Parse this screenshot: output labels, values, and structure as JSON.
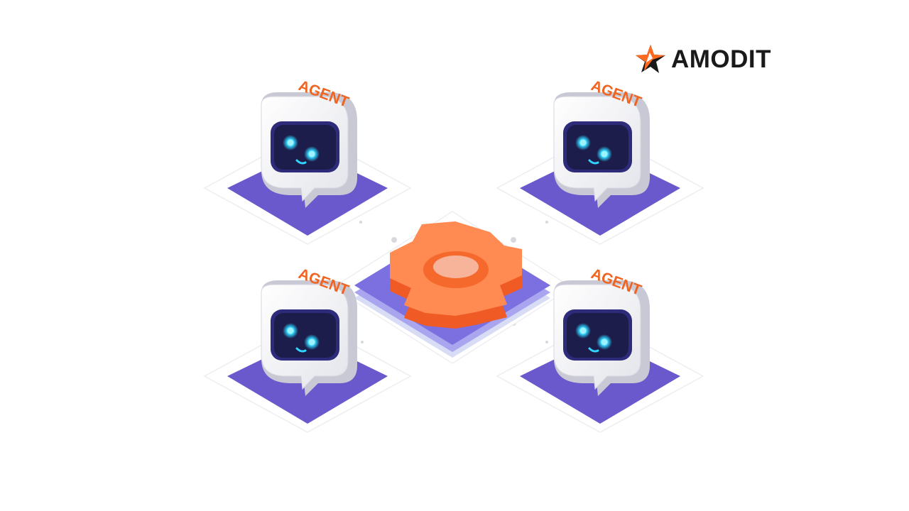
{
  "brand": {
    "name": "AMODIT",
    "logo_icon": "star-logo-icon"
  },
  "agents": [
    {
      "label": "AGENT"
    },
    {
      "label": "AGENT"
    },
    {
      "label": "AGENT"
    },
    {
      "label": "AGENT"
    }
  ],
  "hub": {
    "icon": "gear-icon"
  },
  "colors": {
    "platform": "#6a59cc",
    "accent": "#ff6a1f",
    "label": "#f06422",
    "gear": "#ff8a52",
    "gear_light": "#f7a88a",
    "screen": "#1c1d4a",
    "eyes": "#31d4ff",
    "text": "#1a1a1a"
  }
}
